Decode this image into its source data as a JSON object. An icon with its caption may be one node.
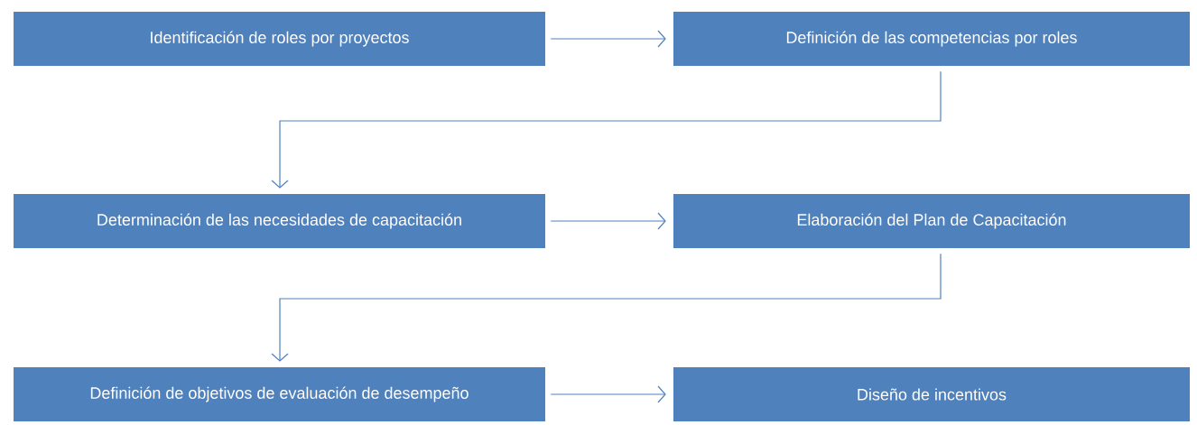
{
  "diagram": {
    "nodes": [
      {
        "text": [
          "Identificación de roles por proyectos"
        ]
      },
      {
        "text": [
          "Definición de las competencias por roles"
        ]
      },
      {
        "text": [
          "Determinación de las necesidades de capacitación"
        ]
      },
      {
        "text": [
          "Elaboración del Plan de Capacitación"
        ]
      },
      {
        "text": [
          "Definición de objetivos de evaluación de desempeño"
        ]
      },
      {
        "text": [
          "Diseño de incentivos"
        ]
      }
    ],
    "edges": [
      {
        "from": 0,
        "to": 1,
        "arrow": "to"
      },
      {
        "from": 1,
        "to": 2,
        "arrow": "to"
      },
      {
        "from": 2,
        "to": 3,
        "arrow": "to"
      },
      {
        "from": 3,
        "to": 4,
        "arrow": "to"
      },
      {
        "from": 4,
        "to": 5,
        "arrow": "to"
      }
    ]
  }
}
